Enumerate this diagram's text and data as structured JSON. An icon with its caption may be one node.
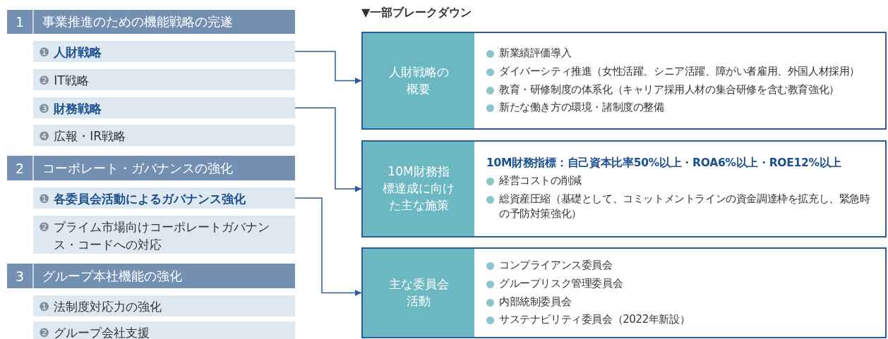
{
  "diagram": {
    "nodes": [
      {
        "text": [
          "1",
          "事業推進のための機能戦略の完遂"
        ]
      },
      {
        "text": [
          "❶",
          "人財戦略"
        ]
      },
      {
        "text": [
          "❷",
          "IT戦略"
        ]
      },
      {
        "text": [
          "❸",
          "財務戦略"
        ]
      },
      {
        "text": [
          "❹",
          "広報・IR戦略"
        ]
      },
      {
        "text": [
          "2",
          "コーポレート・ガバナンスの強化"
        ]
      },
      {
        "text": [
          "❶",
          "各委員会活動によるガバナンス強化"
        ]
      },
      {
        "text": [
          "❷",
          "プライム市場向けコーポレートガバナンス・コードへの対応"
        ]
      },
      {
        "text": [
          "3",
          "グループ本社機能の強化"
        ]
      },
      {
        "text": [
          "❶",
          "法制度対応力の強化"
        ]
      },
      {
        "text": [
          "❷",
          "グループ会社支援"
        ]
      },
      {
        "text": [
          "新業績評価導入",
          "ダイバーシティ推進（女性活躍、シニア活躍、障がい者雇用、外国人材採用）",
          "教育・研修制度の体系化（キャリア採用人材の集合研修を含む教育強化）",
          "新たな働き方の環境・諸制度の整備"
        ]
      },
      {
        "text": [
          "人財戦略の概要"
        ],
        "in": 11
      },
      {
        "text": [
          "経営コストの削減",
          "総資産圧縮（基礎として、コミットメントラインの資金調達枠を拡充し、緊急時の予防対策強化）"
        ]
      },
      {
        "text": [
          "10M財務指標達成に向けた主な施策"
        ],
        "in": 13
      },
      {
        "text": [
          "コンプライアンス委員会",
          "グループリスク管理委員会",
          "内部統制委員会",
          "サステナビリティ委員会（2022年新設）"
        ]
      },
      {
        "text": [
          "主な委員会活動"
        ],
        "in": 15
      }
    ],
    "edges": [
      {
        "from": 1,
        "to": 11,
        "arrow": "to"
      },
      {
        "from": 3,
        "to": 13,
        "arrow": "to"
      },
      {
        "from": 6,
        "to": 15,
        "arrow": "to"
      }
    ],
    "labels": [
      "▼一部ブレークダウン",
      "10M財務指標：自己資本比率50%以上・ROA6%以上・ROE12%以上"
    ]
  }
}
